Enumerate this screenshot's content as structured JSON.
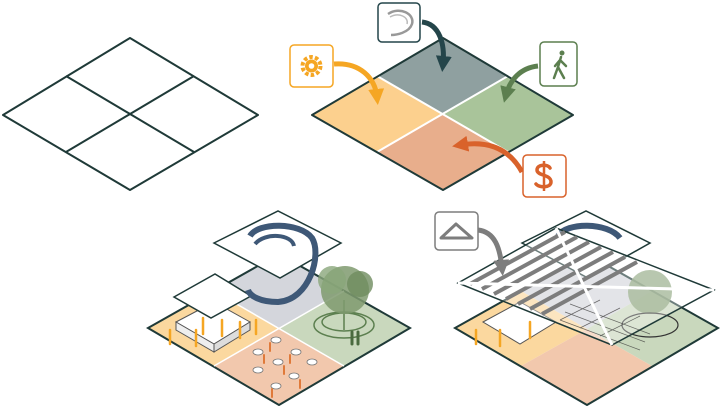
{
  "colors": {
    "outline": "#1f3a38",
    "spatial": "#8fa0a0",
    "spatial_dark": "#24454a",
    "technical": "#fcd08e",
    "technical_dark": "#f5a623",
    "social": "#a9c49a",
    "social_dark": "#5c7f4f",
    "economic": "#e8ae8c",
    "economic_dark": "#d9622b",
    "roof": "#7d7d7d",
    "stair": "#3e5877"
  },
  "panels": [
    {
      "id": "empty-grid",
      "quadrants": 4
    },
    {
      "id": "colored-grid",
      "icons": [
        "spiral-stair-icon",
        "gear-icon",
        "walking-person-icon",
        "dollar-icon"
      ]
    },
    {
      "id": "program-scene",
      "elements": [
        "floating-roof-plane",
        "spiral-stair",
        "stage-block",
        "cafe-tables",
        "tree-with-bench"
      ]
    },
    {
      "id": "program-scene-with-canopy",
      "icons": [
        "roof-icon"
      ],
      "elements": [
        "slatted-canopy",
        "grid-overlay"
      ]
    }
  ]
}
